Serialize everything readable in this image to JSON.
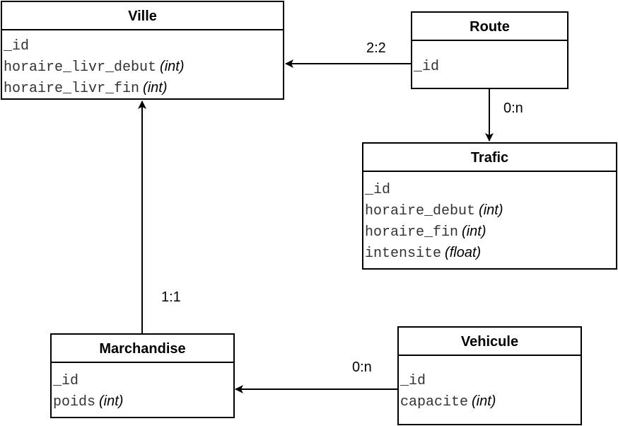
{
  "entities": {
    "ville": {
      "name": "Ville",
      "attributes": [
        {
          "name": "_id",
          "type": ""
        },
        {
          "name": "horaire_livr_debut",
          "type": "(int)"
        },
        {
          "name": "horaire_livr_fin",
          "type": "(int)"
        }
      ]
    },
    "route": {
      "name": "Route",
      "attributes": [
        {
          "name": "_id",
          "type": ""
        }
      ]
    },
    "trafic": {
      "name": "Trafic",
      "attributes": [
        {
          "name": "_id",
          "type": ""
        },
        {
          "name": "horaire_debut",
          "type": "(int)"
        },
        {
          "name": "horaire_fin",
          "type": "(int)"
        },
        {
          "name": "intensite",
          "type": "(float)"
        }
      ]
    },
    "marchandise": {
      "name": "Marchandise",
      "attributes": [
        {
          "name": "_id",
          "type": ""
        },
        {
          "name": "poids",
          "type": "(int)"
        }
      ]
    },
    "vehicule": {
      "name": "Vehicule",
      "attributes": [
        {
          "name": "_id",
          "type": ""
        },
        {
          "name": "capacite",
          "type": "(int)"
        }
      ]
    }
  },
  "relations": {
    "route_ville": {
      "label": "2:2"
    },
    "route_trafic": {
      "label": "0:n"
    },
    "marchandise_ville": {
      "label": "1:1"
    },
    "vehicule_marchandise": {
      "label": "0:n"
    }
  }
}
